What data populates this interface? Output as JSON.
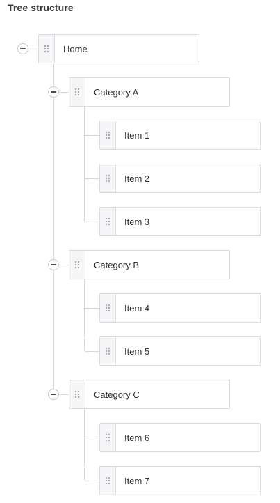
{
  "title": "Tree structure",
  "tree": {
    "root": {
      "label": "Home"
    },
    "category_a": {
      "label": "Category A",
      "items": [
        {
          "label": "Item 1"
        },
        {
          "label": "Item 2"
        },
        {
          "label": "Item 3"
        }
      ]
    },
    "category_b": {
      "label": "Category B",
      "items": [
        {
          "label": "Item 4"
        },
        {
          "label": "Item 5"
        }
      ]
    },
    "category_c": {
      "label": "Category C",
      "items": [
        {
          "label": "Item 6"
        },
        {
          "label": "Item 7"
        }
      ]
    }
  },
  "icons": {
    "toggle": "collapse-minus-icon",
    "handle": "drag-handle-icon"
  },
  "colors": {
    "border": "#d9d9de",
    "connector": "#d6d6db",
    "handle_bg": "#f5f5f7",
    "dots": "#a9a9ae"
  }
}
